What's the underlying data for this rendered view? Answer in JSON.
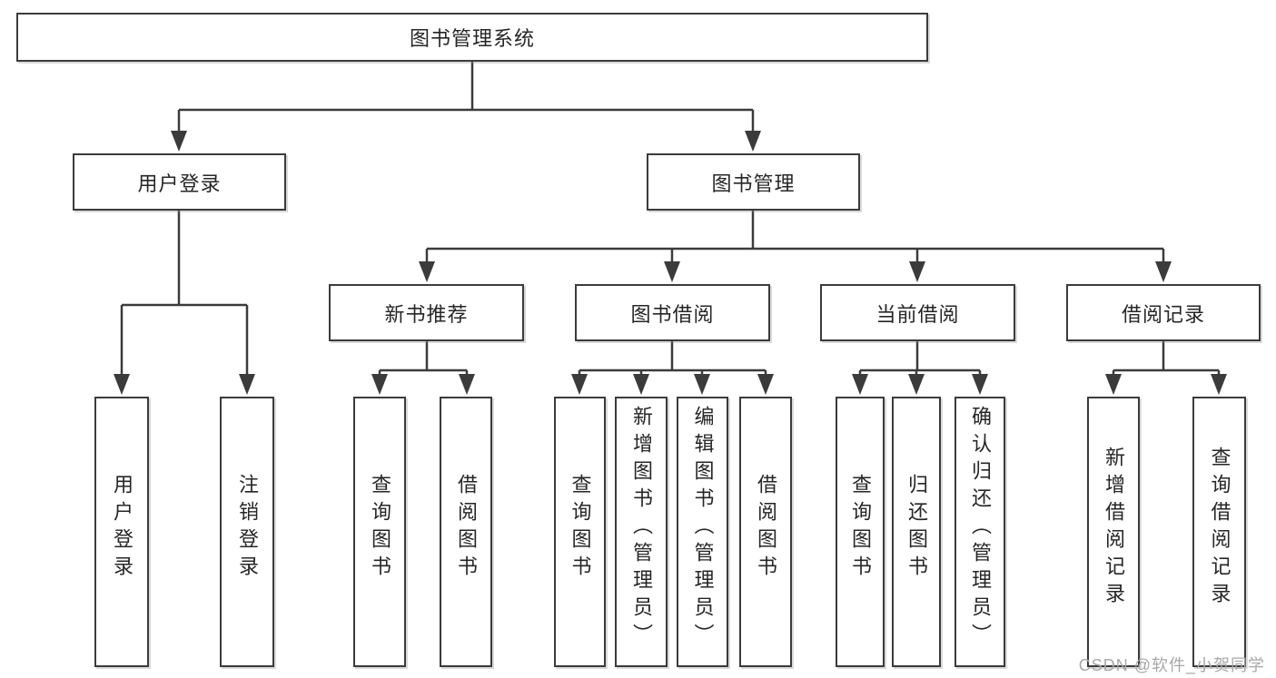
{
  "diagram": {
    "root": {
      "label": "图书管理系统"
    },
    "branches": [
      {
        "label": "用户登录",
        "leaves": [
          {
            "label": "用户登录"
          },
          {
            "label": "注销登录"
          }
        ]
      },
      {
        "label": "图书管理",
        "groups": [
          {
            "label": "新书推荐",
            "leaves": [
              {
                "label": "查询图书"
              },
              {
                "label": "借阅图书"
              }
            ]
          },
          {
            "label": "图书借阅",
            "leaves": [
              {
                "label": "查询图书"
              },
              {
                "label": "新增图书（管理员）"
              },
              {
                "label": "编辑图书（管理员）"
              },
              {
                "label": "借阅图书"
              }
            ]
          },
          {
            "label": "当前借阅",
            "leaves": [
              {
                "label": "查询图书"
              },
              {
                "label": "归还图书"
              },
              {
                "label": "确认归还（管理员）"
              }
            ]
          },
          {
            "label": "借阅记录",
            "leaves": [
              {
                "label": "新增借阅记录"
              },
              {
                "label": "查询借阅记录"
              }
            ]
          }
        ]
      }
    ]
  },
  "watermark": {
    "label": "CSDN @软件_小贺同学"
  },
  "colors": {
    "line": "#3b3b3b",
    "text": "#262626",
    "box_background": "#ffffff",
    "page_background": "#ffffff",
    "watermark": "#a8a8a8"
  }
}
